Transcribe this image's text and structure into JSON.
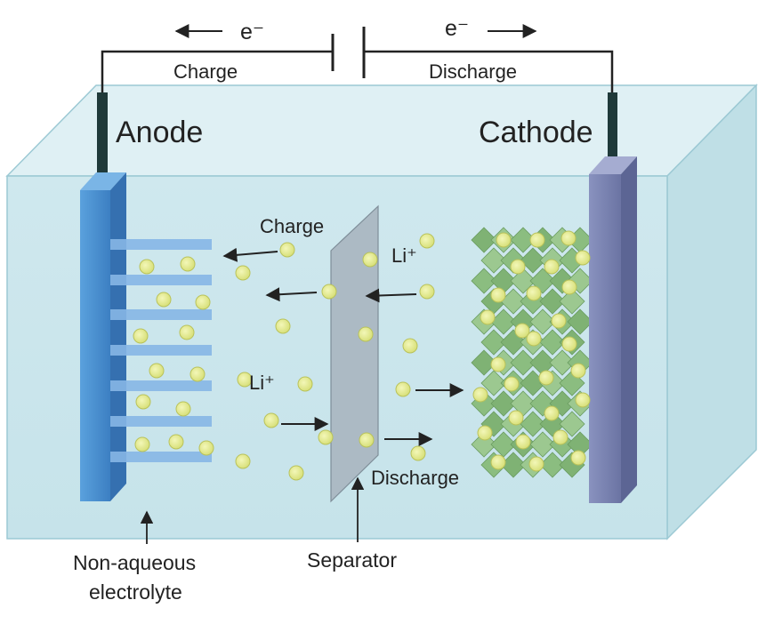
{
  "circuit": {
    "electron_left": "e⁻",
    "electron_right": "e⁻",
    "charge_label": "Charge",
    "discharge_label": "Discharge"
  },
  "electrodes": {
    "anode_label": "Anode",
    "cathode_label": "Cathode"
  },
  "flow": {
    "charge_label": "Charge",
    "discharge_label": "Discharge",
    "ion_label_upper": "Li⁺",
    "ion_label_lower": "Li⁺"
  },
  "callouts": {
    "electrolyte_line1": "Non-aqueous",
    "electrolyte_line2": "electrolyte",
    "separator": "Separator"
  },
  "colors": {
    "tank": "#d4ecf1",
    "anode": "#4b8fd0",
    "cathode": "#7c86b4",
    "separator": "#a9b6c0",
    "ion": "#e4ec90",
    "crystal": "#8fbf84",
    "layer": "#7eaee4"
  }
}
